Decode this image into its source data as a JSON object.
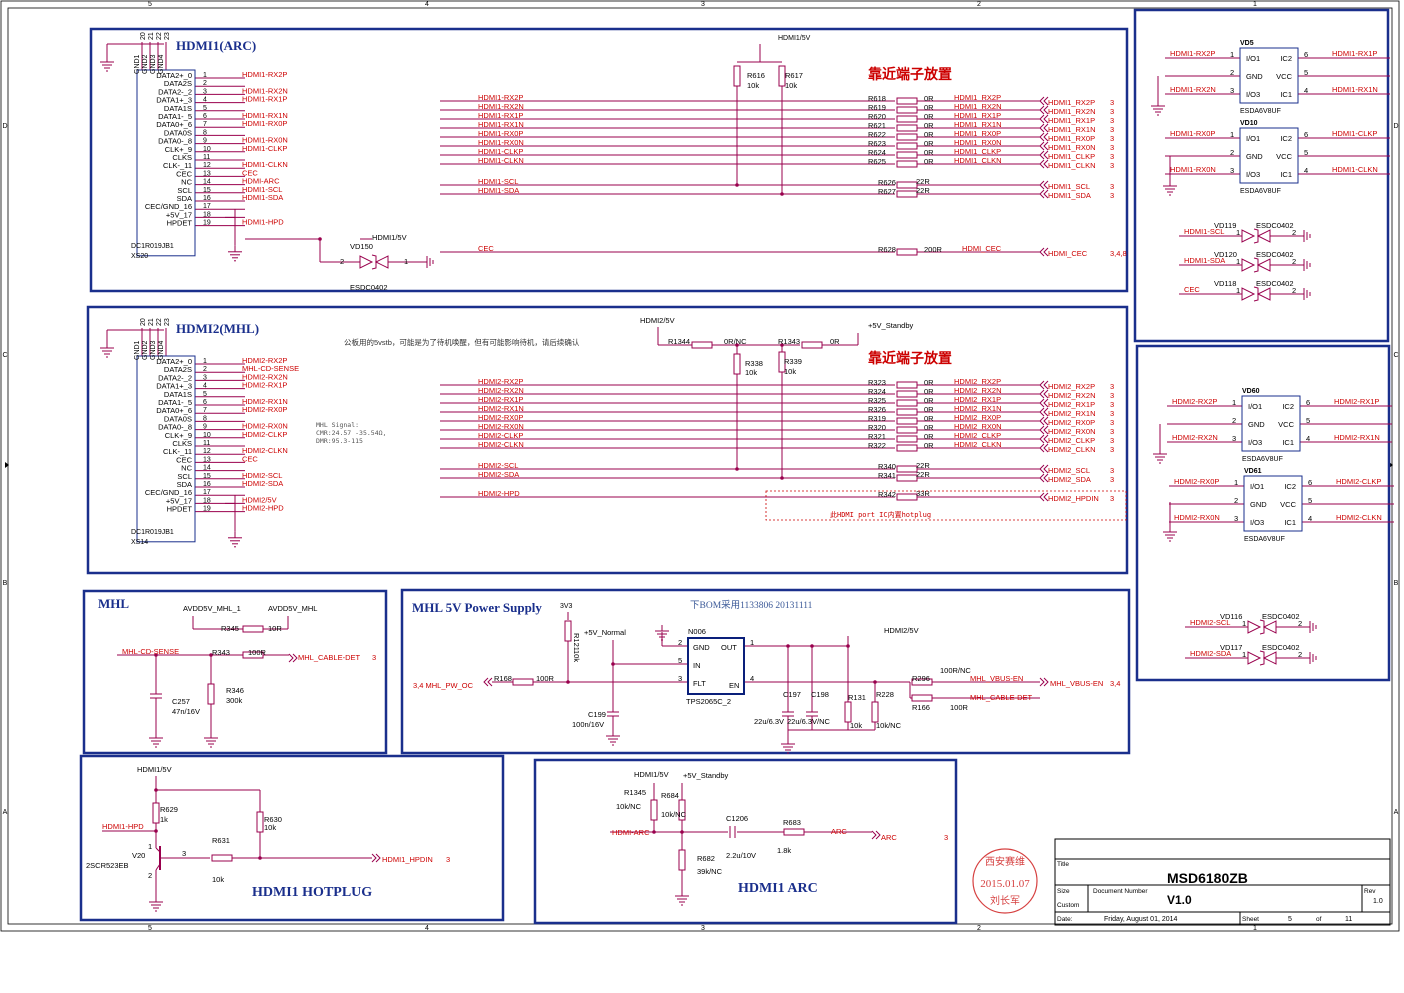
{
  "frame": {
    "cols": [
      "5",
      "4",
      "3",
      "2",
      "1"
    ],
    "rows": [
      "D",
      "C",
      "B",
      "A"
    ]
  },
  "colors": {
    "wire": "#99004d",
    "net": "#cc0000",
    "block": "#1a2f8c",
    "ink": "#000000",
    "note": "#555555"
  },
  "blocks": {
    "hdmi1_title": "HDMI1(ARC)",
    "hdmi2_title": "HDMI2(MHL)",
    "mhl_title": "MHL",
    "mhl5v_title": "MHL 5V Power Supply",
    "hotplug_title": "HDMI1 HOTPLUG",
    "arc_title": "HDMI1 ARC"
  },
  "connector": {
    "pins": [
      "DATA2+_0",
      "DATA2S",
      "DATA2-_2",
      "DATA1+_3",
      "DATA1S",
      "DATA1-_5",
      "DATA0+_6",
      "DATA0S",
      "DATA0-_8",
      "CLK+_9",
      "CLKS",
      "CLK-_11",
      "CEC",
      "NC",
      "SCL",
      "SDA",
      "CEC/GND_16",
      "+5V_17",
      "HPDET"
    ],
    "nums": [
      "1",
      "2",
      "3",
      "4",
      "5",
      "6",
      "7",
      "8",
      "9",
      "10",
      "11",
      "12",
      "13",
      "14",
      "15",
      "16",
      "17",
      "18",
      "19"
    ],
    "gnd": [
      "GND1",
      "GND2",
      "GND3",
      "GND4"
    ],
    "gndnums": [
      "20",
      "21",
      "22",
      "23"
    ],
    "part": "DC1R019JB1"
  },
  "hdmi1": {
    "ref": "XS20",
    "pin_nets": [
      "HDMI1-RX2P",
      "",
      "HDMI1-RX2N",
      "HDMI1-RX1P",
      "",
      "HDMI1-RX1N",
      "HDMI1-RX0P",
      "",
      "HDMI1-RX0N",
      "HDMI1-CLKP",
      "",
      "HDMI1-CLKN",
      "CEC",
      "HDMI-ARC",
      "HDMI1-SCL",
      "HDMI1-SDA",
      "",
      "",
      "HDMI1-HPD"
    ],
    "supply": "HDMI1/5V",
    "r_top": [
      "R616",
      "10k",
      "R617",
      "10k"
    ],
    "note": "靠近端子放置",
    "bus_left": [
      "HDMI1-RX2P",
      "HDMI1-RX2N",
      "HDMI1-RX1P",
      "HDMI1-RX1N",
      "HDMI1-RX0P",
      "HDMI1-RX0N",
      "HDMI1-CLKP",
      "HDMI1-CLKN"
    ],
    "series": [
      "R618",
      "R619",
      "R620",
      "R621",
      "R622",
      "R623",
      "R624",
      "R625"
    ],
    "series_val": "0R",
    "bus_right": [
      "HDMI1_RX2P",
      "HDMI1_RX2N",
      "HDMI1_RX1P",
      "HDMI1_RX1N",
      "HDMI1_RX0P",
      "HDMI1_RX0N",
      "HDMI1_CLKP",
      "HDMI1_CLKN"
    ],
    "offpage": [
      "HDMI1_RX2P",
      "HDMI1_RX2N",
      "HDMI1_RX1P",
      "HDMI1_RX1N",
      "HDMI1_RX0P",
      "HDMI1_RX0N",
      "HDMI1_CLKP",
      "HDMI1_CLKN"
    ],
    "sheet": "3",
    "ddc_left": [
      "HDMI1-SCL",
      "HDMI1-SDA"
    ],
    "ddc_r": [
      "R626",
      "R627"
    ],
    "ddc_val": "22R",
    "ddc_off": [
      "HDMI1_SCL",
      "HDMI1_SDA"
    ],
    "cec_left": "CEC",
    "cec_r": "R628",
    "cec_val": "200R",
    "cec_net": "HDMI_CEC",
    "cec_off": "HDMI_CEC",
    "cec_sheet": "3,4,8",
    "vd": "VD150",
    "vd_part": "ESDC0402",
    "vd_pins": [
      "2",
      "1"
    ],
    "vd_net": "HDMI1/5V"
  },
  "hdmi2": {
    "ref": "XS14",
    "pin_nets": [
      "HDMI2-RX2P",
      "MHL-CD-SENSE",
      "HDMI2-RX2N",
      "HDMI2-RX1P",
      "",
      "HDMI2-RX1N",
      "HDMI2-RX0P",
      "",
      "HDMI2-RX0N",
      "HDMI2-CLKP",
      "",
      "HDMI2-CLKN",
      "CEC",
      "",
      "HDMI2-SCL",
      "HDMI2-SDA",
      "",
      "HDMI2/5V",
      "HDMI2-HPD"
    ],
    "note_cn": "公板用的5vstb，可能是为了待机唤醒，但有可能影响待机，请后续确认",
    "mhl_signal": [
      "MHL Signal:",
      "CMR:24.57 -35.54Ω,",
      "DMR:95.3-115"
    ],
    "supply": "HDMI2/5V",
    "standby": "+5V_Standby",
    "r1344": [
      "R1344",
      "0R/NC"
    ],
    "r1343": [
      "R1343",
      "0R"
    ],
    "r_top": [
      "R338",
      "10k",
      "R339",
      "10k"
    ],
    "note": "靠近端子放置",
    "bus_left": [
      "HDMI2-RX2P",
      "HDMI2-RX2N",
      "HDMI2-RX1P",
      "HDMI2-RX1N",
      "HDMI2-RX0P",
      "HDMI2-RX0N",
      "HDMI2-CLKP",
      "HDMI2-CLKN"
    ],
    "series": [
      "R323",
      "R324",
      "R325",
      "R326",
      "R319",
      "R320",
      "R321",
      "R322"
    ],
    "series_val": "0R",
    "bus_right": [
      "HDMI2_RX2P",
      "HDMI2_RX2N",
      "HDMI2_RX1P",
      "HDMI2_RX1N",
      "HDMI2_RX0P",
      "HDMI2_RX0N",
      "HDMI2_CLKP",
      "HDMI2_CLKN"
    ],
    "offpage": [
      "HDMI2_RX2P",
      "HDMI2_RX2N",
      "HDMI2_RX1P",
      "HDMI2_RX1N",
      "HDMI2_RX0P",
      "HDMI2_RX0N",
      "HDMI2_CLKP",
      "HDMI2_CLKN"
    ],
    "sheet": "3",
    "ddc_left": [
      "HDMI2-SCL",
      "HDMI2-SDA"
    ],
    "ddc_r": [
      "R340",
      "R341"
    ],
    "ddc_val": "22R",
    "ddc_off": [
      "HDMI2_SCL",
      "HDMI2_SDA"
    ],
    "hpd_left": "HDMI2-HPD",
    "hpd_r": "R342",
    "hpd_val": "33R",
    "hpd_off": "HDMI2_HPDIN",
    "hpd_note": "此HDMI port IC内置hotplug"
  },
  "esd_right": {
    "u1": {
      "ref": "VD5",
      "part": "ESDA6V8UF",
      "left": [
        "HDMI1-RX2P",
        "",
        "HDMI1-RX2N"
      ],
      "right": [
        "HDMI1-RX1P",
        "",
        "HDMI1-RX1N"
      ]
    },
    "u2": {
      "ref": "VD10",
      "part": "ESDA6V8UF",
      "left": [
        "HDMI1-RX0P",
        "",
        "HDMI1-RX0N"
      ],
      "right": [
        "HDMI1-CLKP",
        "",
        "HDMI1-CLKN"
      ]
    },
    "u3": {
      "ref": "VD60",
      "part": "ESDA6V8UF",
      "left": [
        "HDMI2-RX2P",
        "",
        "HDMI2-RX2N"
      ],
      "right": [
        "HDMI2-RX1P",
        "",
        "HDMI2-RX1N"
      ]
    },
    "u4": {
      "ref": "VD61",
      "part": "ESDA6V8UF",
      "left": [
        "HDMI2-RX0P",
        "",
        "HDMI2-RX0N"
      ],
      "right": [
        "HDMI2-CLKP",
        "",
        "HDMI2-CLKN"
      ]
    },
    "pinsL": [
      "I/O1",
      "GND",
      "I/O3"
    ],
    "pinsR": [
      "IC2",
      "VCC",
      "IC1"
    ],
    "numL": [
      "1",
      "2",
      "3"
    ],
    "numR": [
      "6",
      "5",
      "4"
    ],
    "diodes1": [
      {
        "ref": "VD119",
        "part": "ESDC0402",
        "net": "HDMI1-SCL"
      },
      {
        "ref": "VD120",
        "part": "ESDC0402",
        "net": "HDMI1-SDA"
      },
      {
        "ref": "VD118",
        "part": "ESDC0402",
        "net": "CEC"
      }
    ],
    "diodes2": [
      {
        "ref": "VD116",
        "part": "ESDC0402",
        "net": "HDMI2-SCL"
      },
      {
        "ref": "VD117",
        "part": "ESDC0402",
        "net": "HDMI2-SDA"
      }
    ]
  },
  "mhl": {
    "avdd1": "AVDD5V_MHL_1",
    "avdd2": "AVDD5V_MHL",
    "r345": [
      "R345",
      "10R"
    ],
    "net_in": "MHL-CD-SENSE",
    "r343": [
      "R343",
      "100R"
    ],
    "off": "MHL_CABLE-DET",
    "sheet": "3",
    "c257": [
      "C257",
      "47n/16V"
    ],
    "r346": [
      "R346",
      "300k"
    ]
  },
  "mhl5v": {
    "note": "下BOM采用1133806  20131111",
    "v33": "3V3",
    "r121": [
      "R121",
      "10k"
    ],
    "v5n": "+5V_Normal",
    "in_net": "MHL_PW_OC",
    "in_sheet": "3,4",
    "r168": [
      "R168",
      "100R"
    ],
    "c199": [
      "C199",
      "100n/16V"
    ],
    "ic": {
      "ref": "N006",
      "part": "TPS2065C_2",
      "pins": [
        "GND",
        "IN",
        "FLT",
        "OUT",
        "EN"
      ],
      "nums": [
        "2",
        "5",
        "3",
        "1",
        "4"
      ]
    },
    "out_net": "HDMI2/5V",
    "c197": [
      "C197",
      "22u/6.3V"
    ],
    "c198": [
      "C198",
      "22u/6.3V/NC"
    ],
    "r131": [
      "R131",
      "10k"
    ],
    "r228": [
      "R228",
      "10k/NC"
    ],
    "r296": [
      "R296",
      "100R/NC"
    ],
    "r166": [
      "R166",
      "100R"
    ],
    "vbus": "MHL_VBUS-EN",
    "cable": "MHL_CABLE-DET",
    "off": "MHL_VBUS-EN",
    "off_sheet": "3,4"
  },
  "hotplug": {
    "supply": "HDMI1/5V",
    "r629": [
      "R629",
      "1k"
    ],
    "r630": [
      "R630",
      "10k"
    ],
    "r631": [
      "R631",
      "10k"
    ],
    "hpd": "HDMI1-HPD",
    "q": [
      "V20",
      "2SCR523EB"
    ],
    "q_pins": [
      "1",
      "2",
      "3"
    ],
    "off": "HDMI1_HPDIN",
    "sheet": "3"
  },
  "arc": {
    "supply": "HDMI1/5V",
    "standby": "+5V_Standby",
    "r1345": [
      "R1345",
      "10k/NC"
    ],
    "r684": [
      "R684",
      "10k/NC"
    ],
    "net": "HDMI-ARC",
    "c1206": [
      "C1206",
      "2.2u/10V"
    ],
    "r683": [
      "R683",
      "1.8k"
    ],
    "out": "ARC",
    "off": "ARC",
    "sheet": "3",
    "r682": [
      "R682",
      "39k/NC"
    ]
  },
  "stamp": {
    "lines": [
      "西安赛维",
      "2015.01.07",
      "刘长军"
    ]
  },
  "titleblock": {
    "title_lbl": "Title",
    "title": "MSD6180ZB",
    "size_lbl": "Size",
    "custom": "Custom",
    "docnum_lbl": "Document Number",
    "docnum": "V1.0",
    "rev_lbl": "Rev",
    "rev": "1.0",
    "date_lbl": "Date:",
    "date": "Friday, August 01, 2014",
    "sheet_lbl": "Sheet",
    "sheet": "5",
    "of_lbl": "of",
    "of": "11"
  }
}
